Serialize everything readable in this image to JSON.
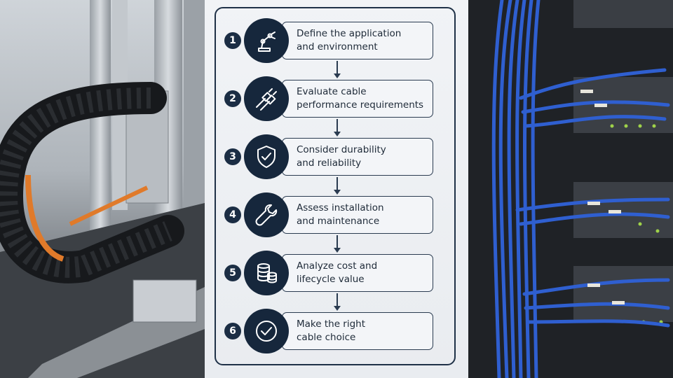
{
  "steps": [
    {
      "number": "1",
      "icon": "robot-arm-icon",
      "line1": "Define the application",
      "line2": "and environment"
    },
    {
      "number": "2",
      "icon": "cable-connector-icon",
      "line1": "Evaluate cable",
      "line2": "performance requirements"
    },
    {
      "number": "3",
      "icon": "shield-check-icon",
      "line1": "Consider durability",
      "line2": "and reliability"
    },
    {
      "number": "4",
      "icon": "wrench-icon",
      "line1": "Assess installation",
      "line2": "and maintenance"
    },
    {
      "number": "5",
      "icon": "coin-stack-icon",
      "line1": "Analyze cost and",
      "line2": "lifecycle value"
    },
    {
      "number": "6",
      "icon": "check-circle-icon",
      "line1": "Make the right",
      "line2": "cable choice"
    }
  ],
  "colors": {
    "frame": "#1f3147",
    "badge": "#1b2d44",
    "icon_bg": "#16273c",
    "cable_blue": "#2f5fd0",
    "chain": "#17191c",
    "orange_cable": "#e07a2a"
  }
}
